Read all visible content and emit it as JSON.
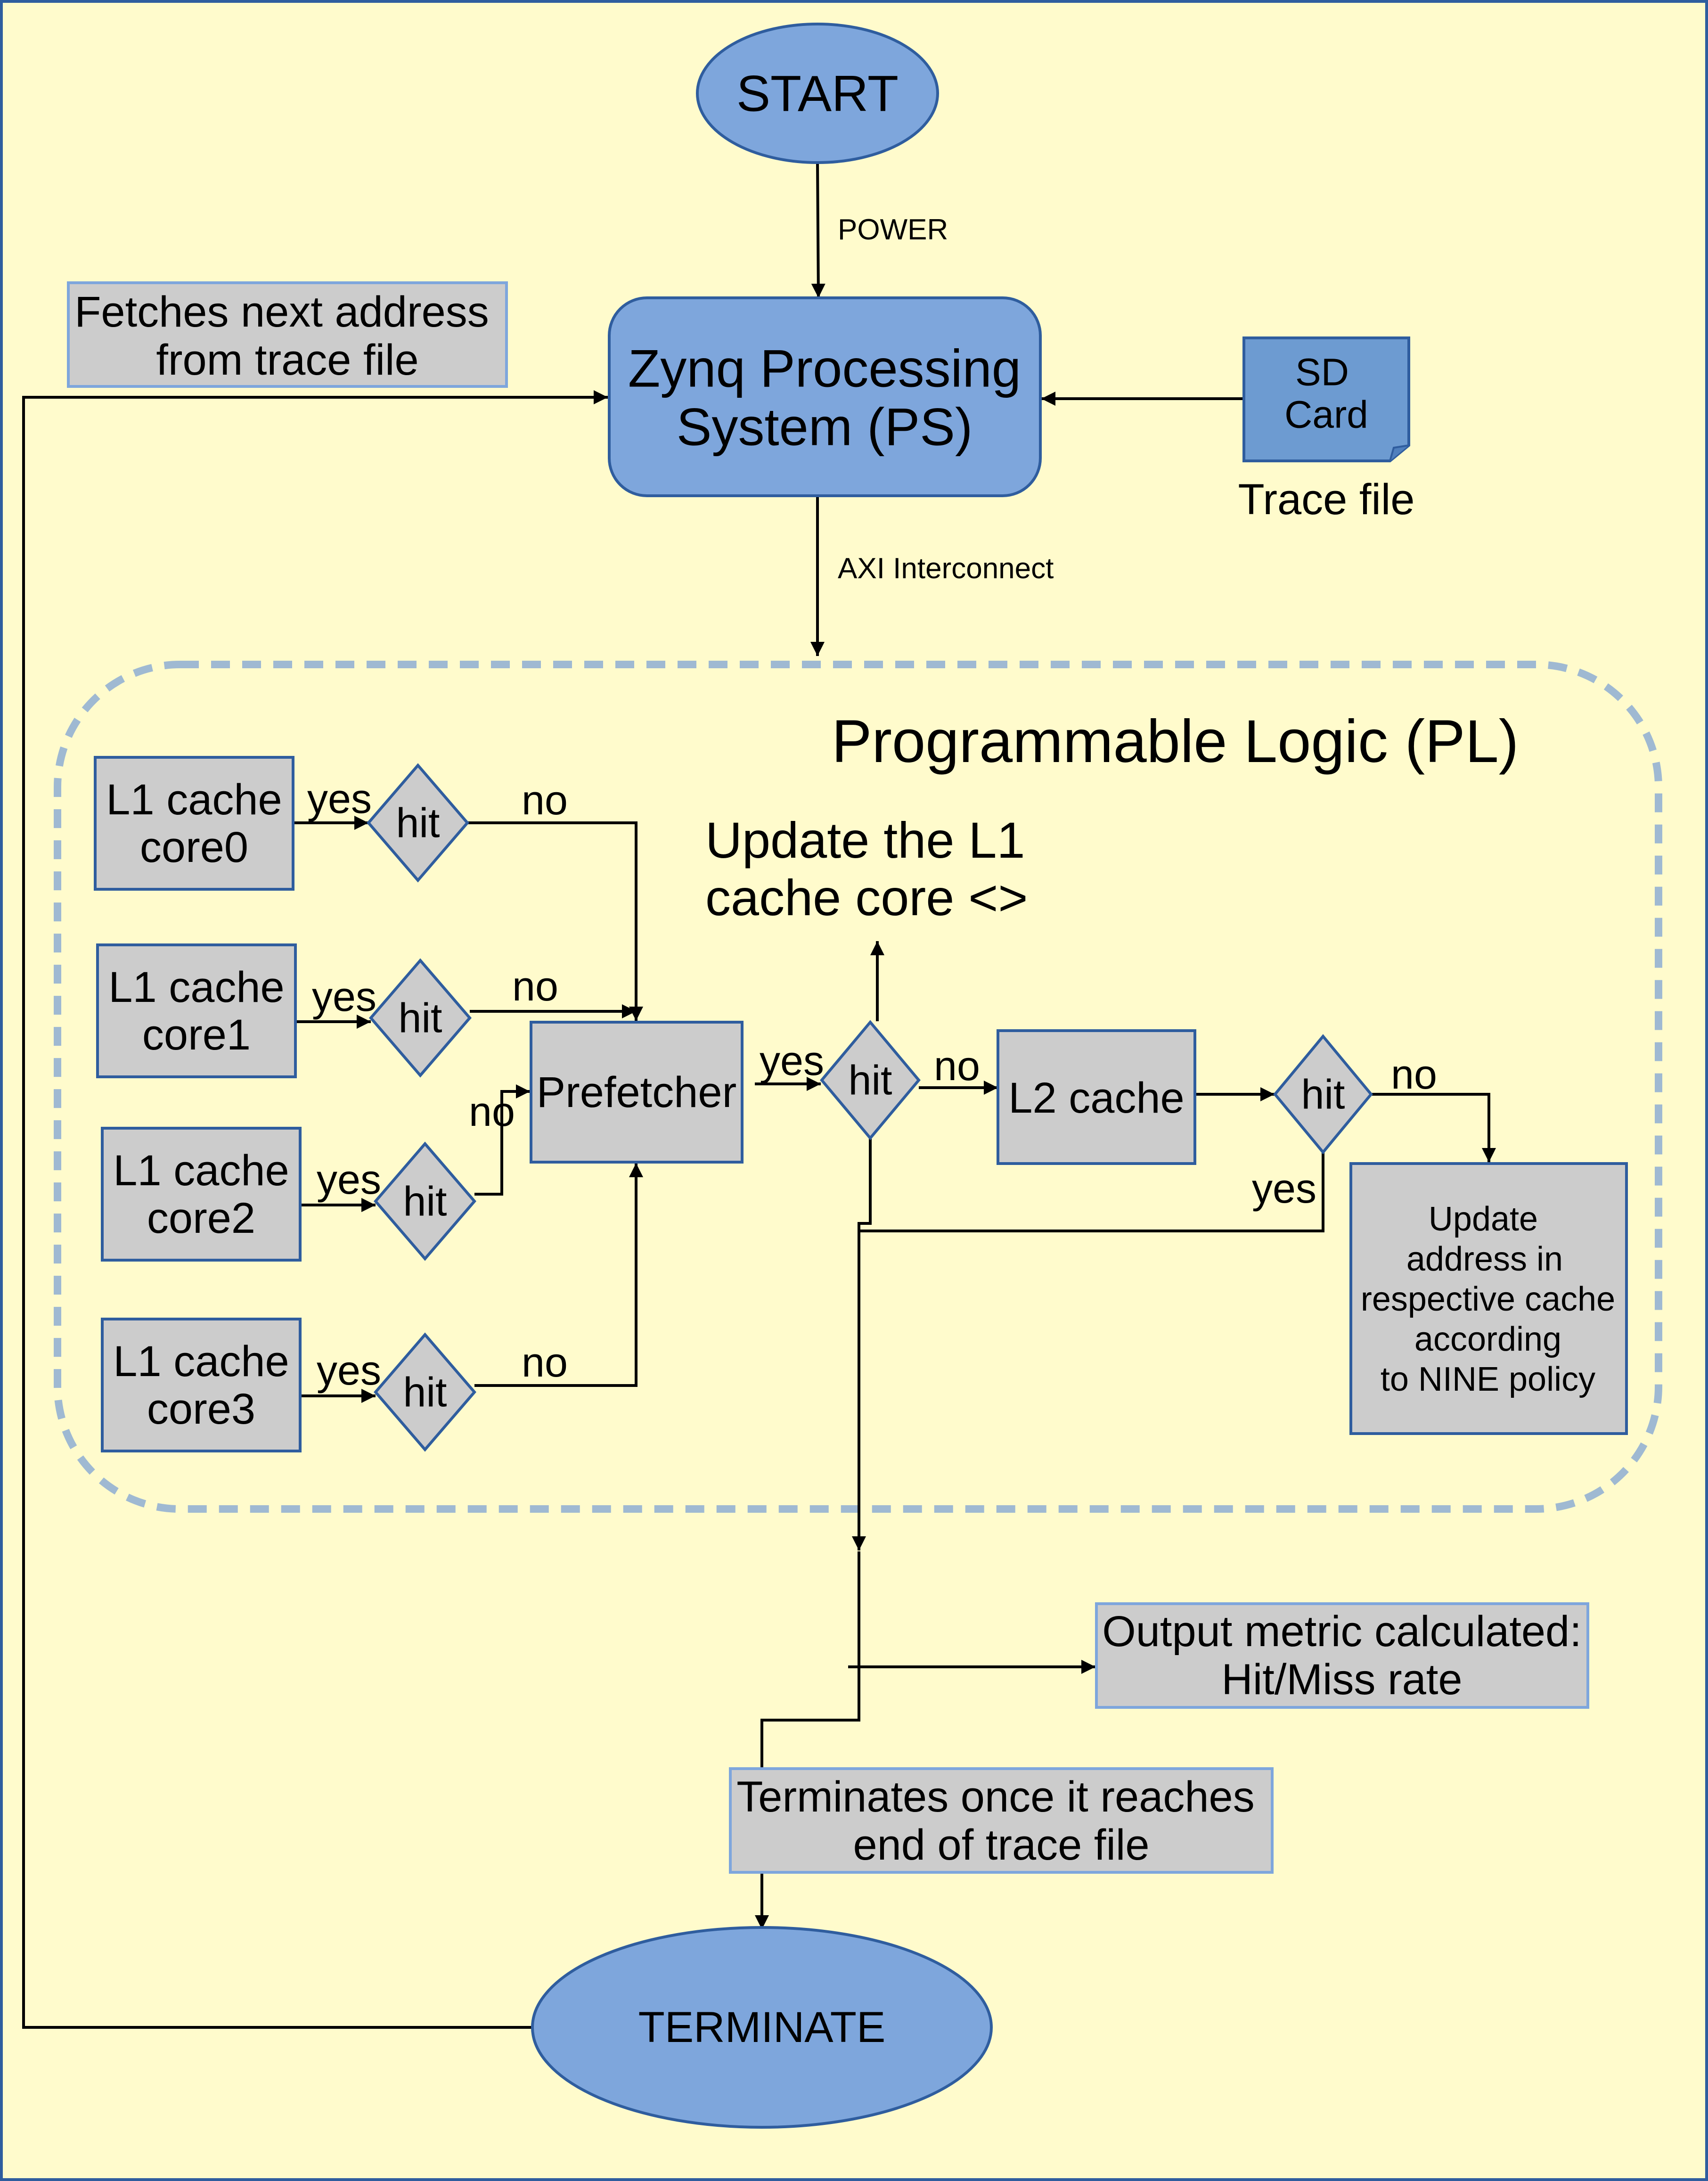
{
  "nodes": {
    "start": "START",
    "zynq": [
      "Zynq Processing",
      "System (PS)"
    ],
    "sd_card": [
      "SD",
      "Card"
    ],
    "trace_file": "Trace file",
    "fetch_note": [
      "Fetches next address",
      "from trace file"
    ],
    "pl_title": "Programmable Logic (PL)",
    "l1_core0": [
      "L1 cache",
      "core0"
    ],
    "l1_core1": [
      "L1 cache",
      "core1"
    ],
    "l1_core2": [
      "L1 cache",
      "core2"
    ],
    "l1_core3": [
      "L1 cache",
      "core3"
    ],
    "prefetcher": "Prefetcher",
    "update_l1": [
      "Update the L1",
      "cache core <>"
    ],
    "l2_cache": "L2 cache",
    "update_address": [
      "Update",
      "address in",
      "respective cache",
      "according",
      "to NINE policy"
    ],
    "output_metric": [
      "Output metric calculated:",
      "Hit/Miss rate"
    ],
    "terminates_note": [
      "Terminates once it reaches",
      "end of trace file"
    ],
    "terminate": "TERMINATE"
  },
  "edge_labels": {
    "power": "POWER",
    "axi": "AXI Interconnect",
    "yes": "yes",
    "no": "no",
    "hit": "hit"
  },
  "colors": {
    "background": "#fffbcc",
    "ellipse_fill": "#7ea6dc",
    "ps_fill": "#7ea6dc",
    "sd_fill": "#6d9bd1",
    "box_fill": "#cccccc",
    "border_blue": "#2f5d9e",
    "pl_dash": "#9fb9d2"
  }
}
